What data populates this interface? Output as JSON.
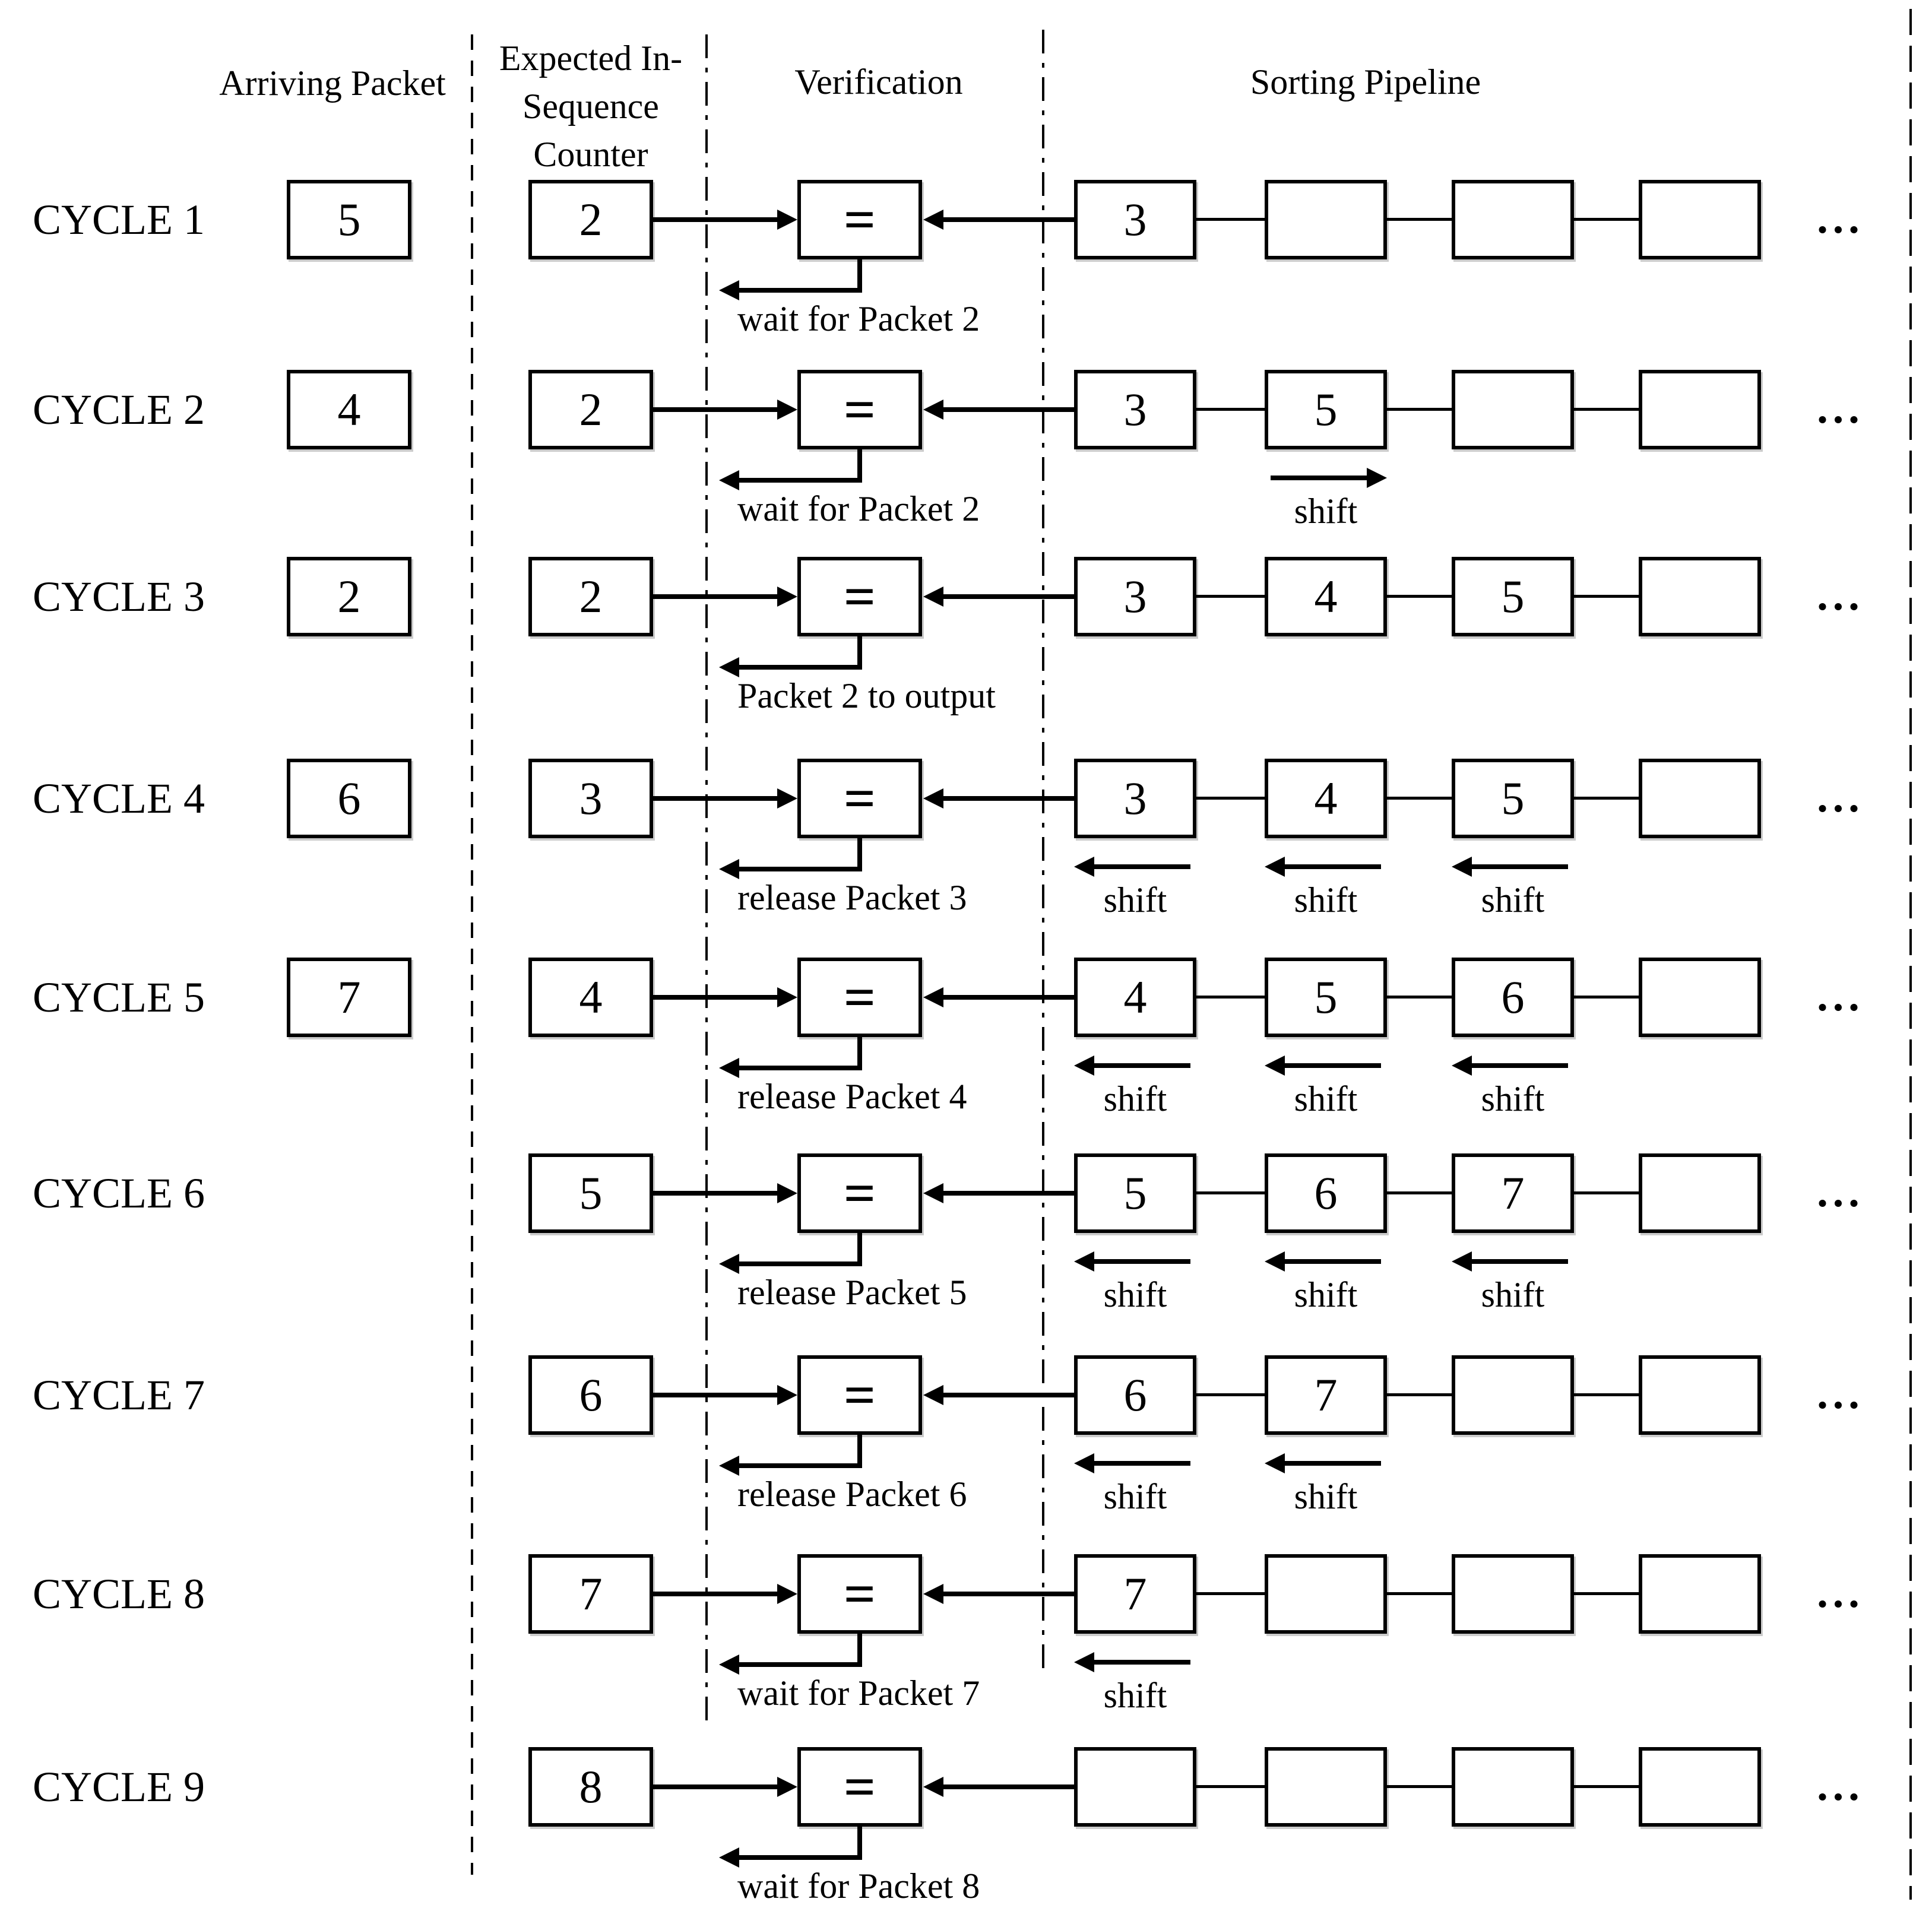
{
  "header": {
    "arriving": "Arriving Packet",
    "counter": "Expected In-\nSequence\nCounter",
    "verification": "Verification",
    "pipeline": "Sorting Pipeline"
  },
  "verify_symbol": "=",
  "ellipsis": "...",
  "shift_label": "shift",
  "cycles": [
    {
      "label": "CYCLE 1",
      "arriving": "5",
      "counter": "2",
      "action": "wait for Packet 2",
      "pipeline": [
        "3",
        "",
        "",
        ""
      ],
      "shifts": []
    },
    {
      "label": "CYCLE 2",
      "arriving": "4",
      "counter": "2",
      "action": "wait for Packet 2",
      "pipeline": [
        "3",
        "5",
        "",
        ""
      ],
      "shifts": [
        {
          "slot": 1,
          "dir": "right"
        }
      ]
    },
    {
      "label": "CYCLE 3",
      "arriving": "2",
      "counter": "2",
      "action": "Packet 2 to output",
      "pipeline": [
        "3",
        "4",
        "5",
        ""
      ],
      "shifts": []
    },
    {
      "label": "CYCLE 4",
      "arriving": "6",
      "counter": "3",
      "action": "release Packet 3",
      "pipeline": [
        "3",
        "4",
        "5",
        ""
      ],
      "shifts": [
        {
          "slot": 0,
          "dir": "left"
        },
        {
          "slot": 1,
          "dir": "left"
        },
        {
          "slot": 2,
          "dir": "left"
        }
      ]
    },
    {
      "label": "CYCLE 5",
      "arriving": "7",
      "counter": "4",
      "action": "release Packet 4",
      "pipeline": [
        "4",
        "5",
        "6",
        ""
      ],
      "shifts": [
        {
          "slot": 0,
          "dir": "left"
        },
        {
          "slot": 1,
          "dir": "left"
        },
        {
          "slot": 2,
          "dir": "left"
        }
      ]
    },
    {
      "label": "CYCLE 6",
      "arriving": "",
      "counter": "5",
      "action": "release Packet 5",
      "pipeline": [
        "5",
        "6",
        "7",
        ""
      ],
      "shifts": [
        {
          "slot": 0,
          "dir": "left"
        },
        {
          "slot": 1,
          "dir": "left"
        },
        {
          "slot": 2,
          "dir": "left"
        }
      ]
    },
    {
      "label": "CYCLE 7",
      "arriving": "",
      "counter": "6",
      "action": "release Packet 6",
      "pipeline": [
        "6",
        "7",
        "",
        ""
      ],
      "shifts": [
        {
          "slot": 0,
          "dir": "left"
        },
        {
          "slot": 1,
          "dir": "left"
        }
      ]
    },
    {
      "label": "CYCLE 8",
      "arriving": "",
      "counter": "7",
      "action": "wait for Packet 7",
      "pipeline": [
        "7",
        "",
        "",
        ""
      ],
      "shifts": [
        {
          "slot": 0,
          "dir": "left"
        }
      ]
    },
    {
      "label": "CYCLE 9",
      "arriving": "",
      "counter": "8",
      "action": "wait for Packet 8",
      "pipeline": [
        "",
        "",
        "",
        ""
      ],
      "shifts": []
    }
  ]
}
